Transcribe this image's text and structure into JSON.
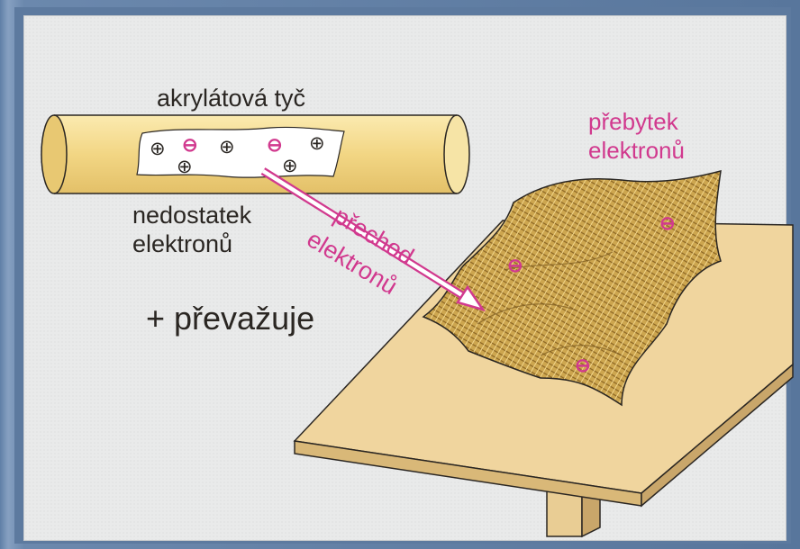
{
  "labels": {
    "rod": "akrylátová tyč",
    "deficit_line1": "nedostatek",
    "deficit_line2": "elektronů",
    "transfer_line1": "přechod",
    "transfer_line2": "elektronů",
    "surplus_line1": "přebytek",
    "surplus_line2": "elektronů",
    "dominates": "+ převažuje"
  },
  "symbols": {
    "positive": "⊕",
    "negative": "⊖"
  },
  "colors": {
    "accent_pink": "#d1398e",
    "rod_fill": "#f3dc8c",
    "cloth": "#c9a04a",
    "table_top": "#f0d59e",
    "text_dark": "#2a2622"
  }
}
